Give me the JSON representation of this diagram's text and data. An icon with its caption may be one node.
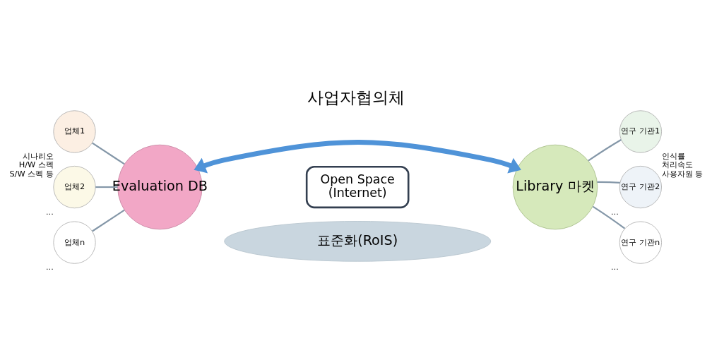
{
  "diagram": {
    "title": "사업자협의체",
    "nodes": [
      {
        "text": [
          "Evaluation DB"
        ]
      },
      {
        "text": [
          "Library 마켓"
        ]
      },
      {
        "text": [
          "업체1"
        ],
        "beside": [
          "시나리오",
          "H/W 스펙",
          "S/W 스펙 등"
        ]
      },
      {
        "text": [
          "업체2"
        ],
        "beside": [
          "..."
        ]
      },
      {
        "text": [
          "업체n"
        ],
        "beside": [
          "..."
        ]
      },
      {
        "text": [
          "연구 기관1"
        ],
        "beside": [
          "인식률",
          "처리속도",
          "사용자원 등"
        ]
      },
      {
        "text": [
          "연구 기관2"
        ],
        "beside": [
          "..."
        ]
      },
      {
        "text": [
          "연구 기관n"
        ],
        "beside": [
          "..."
        ]
      },
      {
        "text": [
          "Open Space",
          "(Internet)"
        ]
      },
      {
        "text": [
          "표준화(RoIS)"
        ]
      }
    ],
    "edges": [
      {
        "from": 2,
        "to": 0,
        "arrow": "none"
      },
      {
        "from": 3,
        "to": 0,
        "arrow": "none"
      },
      {
        "from": 4,
        "to": 0,
        "arrow": "none"
      },
      {
        "from": 5,
        "to": 1,
        "arrow": "none"
      },
      {
        "from": 6,
        "to": 1,
        "arrow": "none"
      },
      {
        "from": 7,
        "to": 1,
        "arrow": "none"
      },
      {
        "from": 0,
        "to": 1,
        "arrow": "both",
        "style": "thick",
        "color": "#4f93d8"
      }
    ]
  }
}
